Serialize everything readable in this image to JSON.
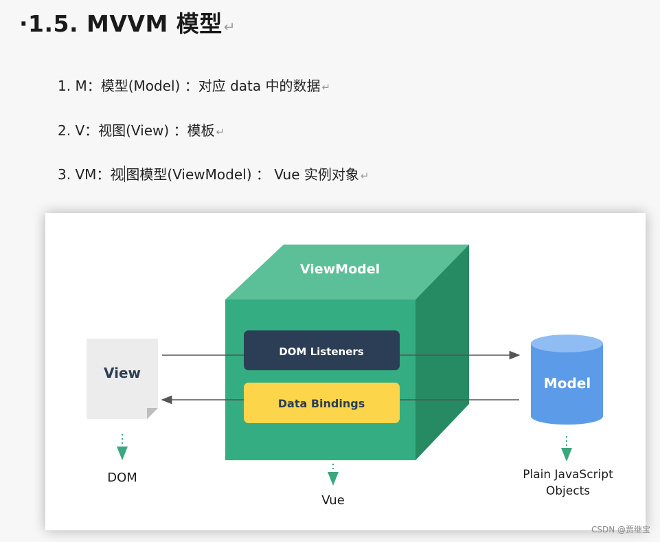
{
  "heading": "·1.5. MVVM 模型",
  "return_mark": "↵",
  "list": {
    "item1": "1. M：模型(Model) ：对应 data 中的数据",
    "item2": "2. V：视图(View) ：模板",
    "item3_pre": "3. VM：视",
    "item3_post": "图模型(ViewModel) ：  Vue 实例对象"
  },
  "diagram": {
    "viewmodel_label": "ViewModel",
    "dom_listeners_label": "DOM Listeners",
    "data_bindings_label": "Data Bindings",
    "view_label": "View",
    "model_label": "Model",
    "dom_caption": "DOM",
    "vue_caption": "Vue",
    "model_caption_line1": "Plain JavaScript",
    "model_caption_line2": "Objects",
    "colors": {
      "cube_front": "#35ad82",
      "cube_top": "#5bbf98",
      "cube_side": "#268a63",
      "dom_listeners_bg": "#2c3e55",
      "data_bindings_bg": "#fcd54a",
      "model_cylinder": "#5b9be8",
      "model_cylinder_top": "#8fbdf3",
      "view_doc": "#ececec",
      "arrow": "#555555",
      "dotted_arrow": "#3aa77e"
    }
  },
  "watermark": "CSDN @贾继宝"
}
